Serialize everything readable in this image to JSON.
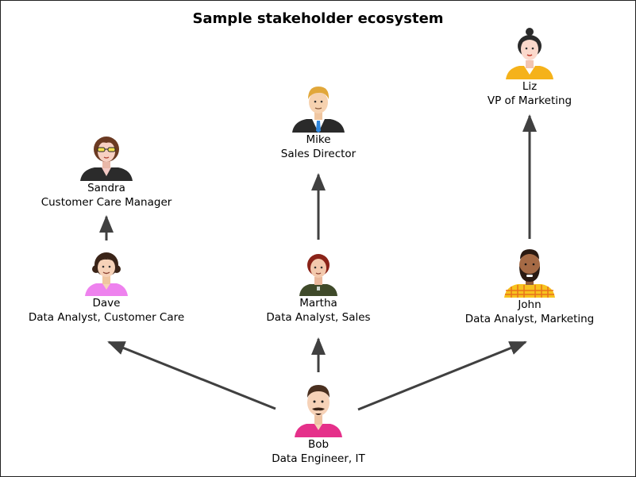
{
  "title": "Sample stakeholder ecosystem",
  "colors": {
    "arrow": "#404040"
  },
  "people": [
    {
      "id": "liz",
      "name": "Liz",
      "role": "VP of Marketing",
      "icon": "woman-bun-avatar-icon"
    },
    {
      "id": "mike",
      "name": "Mike",
      "role": "Sales Director",
      "icon": "man-suit-tie-avatar-icon"
    },
    {
      "id": "sandra",
      "name": "Sandra",
      "role": "Customer Care Manager",
      "icon": "woman-sunglasses-avatar-icon"
    },
    {
      "id": "dave",
      "name": "Dave",
      "role": "Data Analyst, Customer Care",
      "icon": "curly-hair-pink-shirt-avatar-icon"
    },
    {
      "id": "martha",
      "name": "Martha",
      "role": "Data Analyst, Sales",
      "icon": "red-hair-green-shirt-avatar-icon"
    },
    {
      "id": "john",
      "name": "John",
      "role": "Data Analyst, Marketing",
      "icon": "bearded-man-plaid-shirt-avatar-icon"
    },
    {
      "id": "bob",
      "name": "Bob",
      "role": "Data Engineer, IT",
      "icon": "man-mustache-pink-shirt-avatar-icon"
    }
  ],
  "edges": [
    {
      "from": "dave",
      "to": "sandra"
    },
    {
      "from": "martha",
      "to": "mike"
    },
    {
      "from": "john",
      "to": "liz"
    },
    {
      "from": "bob",
      "to": "dave"
    },
    {
      "from": "bob",
      "to": "martha"
    },
    {
      "from": "bob",
      "to": "john"
    }
  ]
}
